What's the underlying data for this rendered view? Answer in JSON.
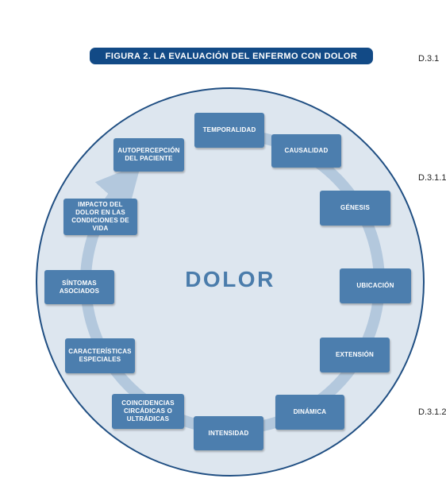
{
  "figure": {
    "title": "FIGURA 2. LA EVALUACIÓN DEL ENFERMO CON DOLOR"
  },
  "side_codes": [
    "D.3.1",
    "D.3.1.1",
    "D.3.1.2"
  ],
  "diagram": {
    "center_label": "DOLOR",
    "nodes": [
      "TEMPORALIDAD",
      "CAUSALIDAD",
      "GÉNESIS",
      "UBICACIÓN",
      "EXTENSIÓN",
      "DINÁMICA",
      "INTENSIDAD",
      "COINCIDENCIAS CIRCÁDICAS O ULTRÁDICAS",
      "CARACTERÍSTICAS ESPECIALES",
      "SÍNTOMAS ASOCIADOS",
      "IMPACTO DEL DOLOR EN LAS CONDICIONES DE VIDA",
      "AUTOPERCEPCIÓN DEL PACIENTE"
    ]
  },
  "colors": {
    "banner": "#124a86",
    "node": "#4c7eae",
    "circle_fill": "#dde6ef",
    "circle_border": "#1f4e82",
    "ring": "#b3c8dd",
    "center_text": "#4a7cab"
  }
}
